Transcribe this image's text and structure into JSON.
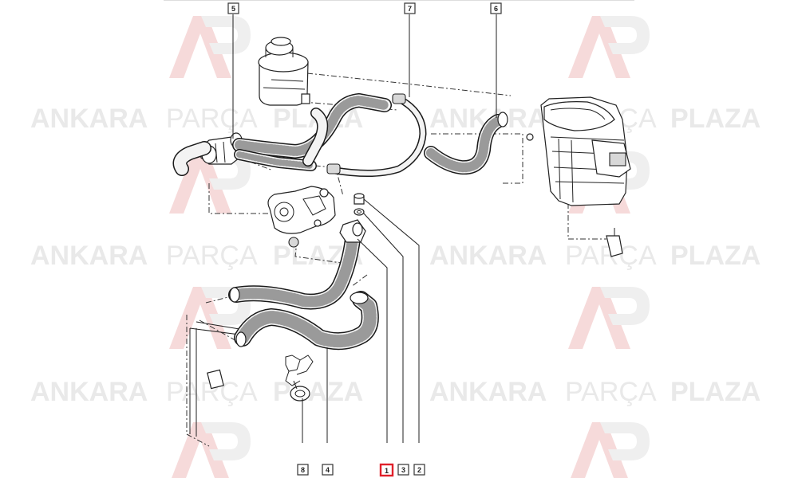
{
  "watermark": {
    "brand_left": "ANKARA",
    "brand_mid": "PARÇA",
    "brand_right": "PLAZA",
    "logo_letters": "AP"
  },
  "colors": {
    "highlight": "#e0202a",
    "watermark_red": "#f6dada",
    "watermark_grey": "#e9e9e9",
    "line": "#222222"
  },
  "callouts": [
    {
      "label": "5",
      "highlighted": false
    },
    {
      "label": "7",
      "highlighted": false
    },
    {
      "label": "6",
      "highlighted": false
    },
    {
      "label": "8",
      "highlighted": false
    },
    {
      "label": "4",
      "highlighted": false
    },
    {
      "label": "1",
      "highlighted": true
    },
    {
      "label": "3",
      "highlighted": false
    },
    {
      "label": "2",
      "highlighted": false
    }
  ]
}
